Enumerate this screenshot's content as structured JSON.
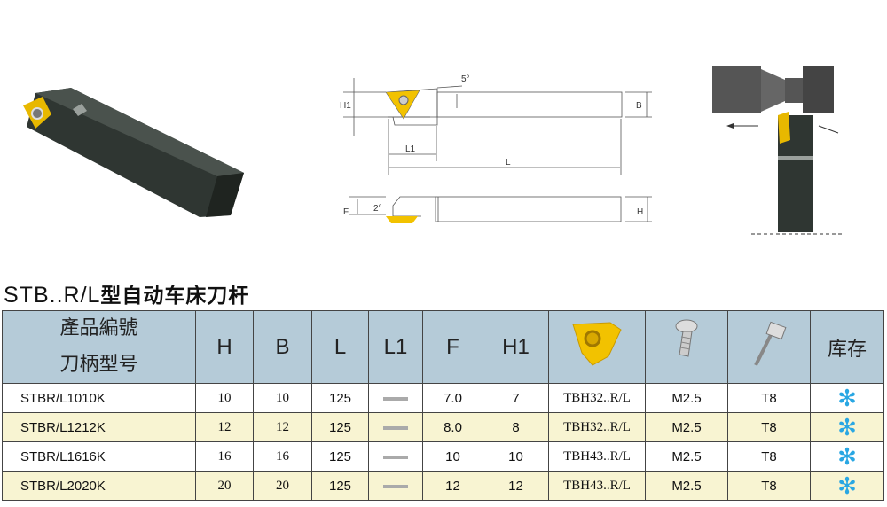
{
  "title": {
    "code": "STB..R/L",
    "name": "型自动车床刀杆"
  },
  "diagram": {
    "h1": "H1",
    "angle_top": "5°",
    "b": "B",
    "l1": "L1",
    "l": "L",
    "f": "F",
    "angle_side": "2°",
    "h": "H"
  },
  "table": {
    "headers": {
      "product_no": "產品編號",
      "holder_model": "刀柄型号",
      "h": "H",
      "b": "B",
      "l": "L",
      "l1": "L1",
      "f": "F",
      "h1": "H1",
      "insert_icon": "insert-icon",
      "screw_icon": "screw-icon",
      "key_icon": "torx-key-icon",
      "stock": "库存"
    },
    "rows": [
      {
        "model": "STBR/L1010K",
        "h": "10",
        "b": "10",
        "l": "125",
        "l1": "—",
        "f": "7.0",
        "h1": "7",
        "insert": "TBH32..R/L",
        "screw": "M2.5",
        "key": "T8",
        "stock": "✻"
      },
      {
        "model": "STBR/L1212K",
        "h": "12",
        "b": "12",
        "l": "125",
        "l1": "—",
        "f": "8.0",
        "h1": "8",
        "insert": "TBH32..R/L",
        "screw": "M2.5",
        "key": "T8",
        "stock": "✻"
      },
      {
        "model": "STBR/L1616K",
        "h": "16",
        "b": "16",
        "l": "125",
        "l1": "—",
        "f": "10",
        "h1": "10",
        "insert": "TBH43..R/L",
        "screw": "M2.5",
        "key": "T8",
        "stock": "✻"
      },
      {
        "model": "STBR/L2020K",
        "h": "20",
        "b": "20",
        "l": "125",
        "l1": "—",
        "f": "12",
        "h1": "12",
        "insert": "TBH43..R/L",
        "screw": "M2.5",
        "key": "T8",
        "stock": "✻"
      }
    ]
  },
  "colors": {
    "header_bg": "#b5cbd8",
    "alt_row": "#f8f4d2",
    "insert": "#f2c200",
    "stock_star": "#29a7e3"
  }
}
